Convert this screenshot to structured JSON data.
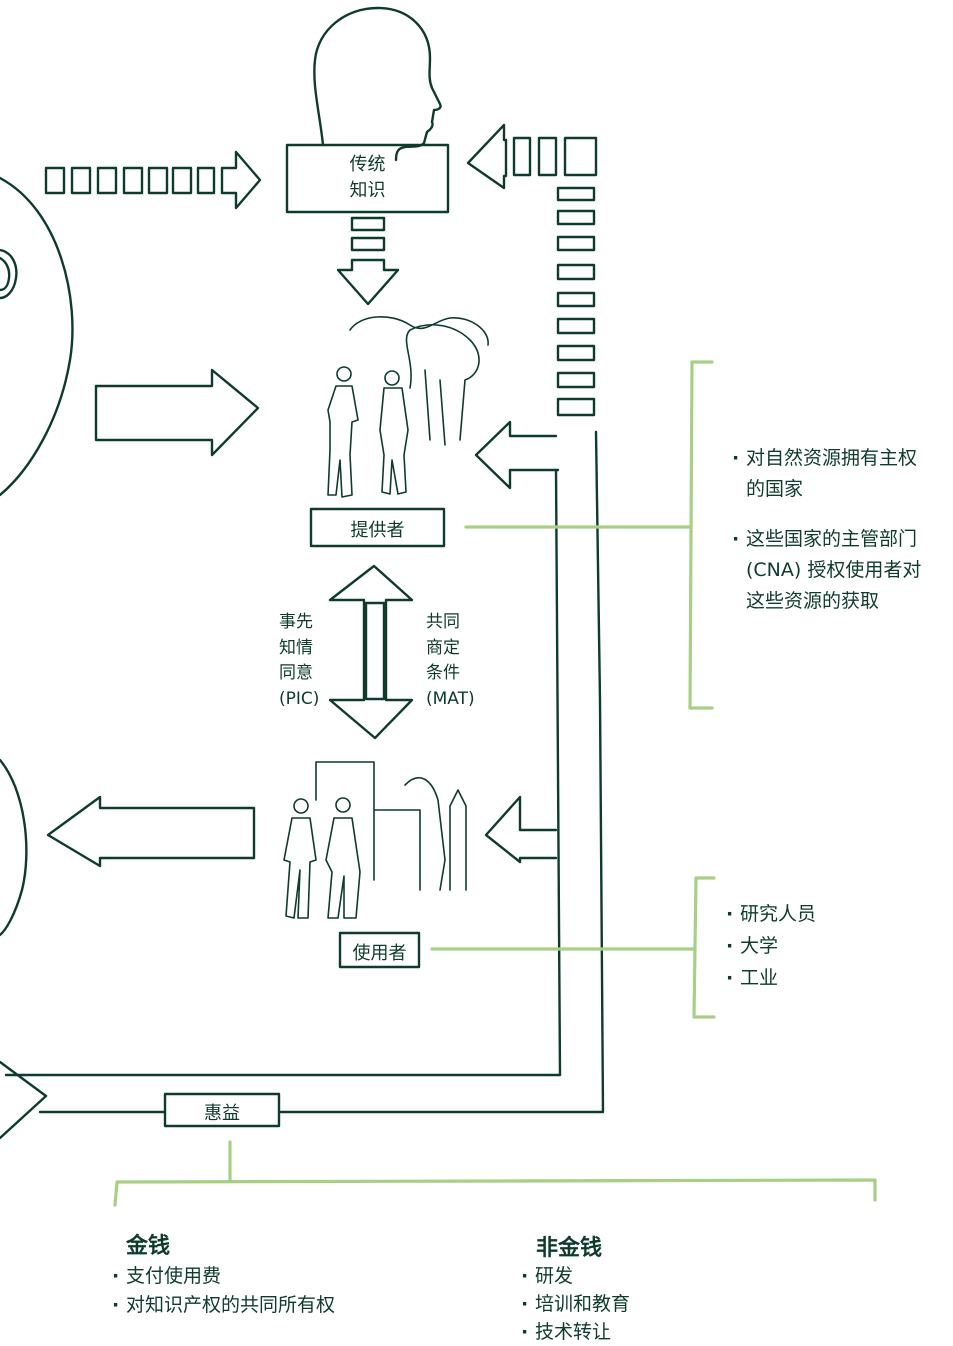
{
  "colors": {
    "ink": "#0e3b2c",
    "bracket": "#a9cf86",
    "bg": "#ffffff"
  },
  "traditional_knowledge": {
    "line1": "传统",
    "line2": "知识"
  },
  "provider": {
    "label": "提供者"
  },
  "user": {
    "label": "使用者"
  },
  "benefits": {
    "label": "惠益"
  },
  "pic": {
    "lines": [
      "事先",
      "知情",
      "同意",
      "(PIC)"
    ]
  },
  "mat": {
    "lines": [
      "共同",
      "商定",
      "条件",
      "(MAT)"
    ]
  },
  "provider_notes": {
    "item1_line1": "对自然资源拥有主权",
    "item1_line2": "的国家",
    "item2_line1": "这些国家的主管部门",
    "item2_line2": "(CNA) 授权使用者对",
    "item2_line3": "这些资源的获取"
  },
  "user_notes": {
    "items": [
      "研究人员",
      "大学",
      "工业"
    ]
  },
  "monetary": {
    "heading": "金钱",
    "items": [
      "支付使用费",
      "对知识产权的共同所有权"
    ]
  },
  "non_monetary": {
    "heading": "非金钱",
    "items": [
      "研发",
      "培训和教育",
      "技术转让"
    ]
  }
}
